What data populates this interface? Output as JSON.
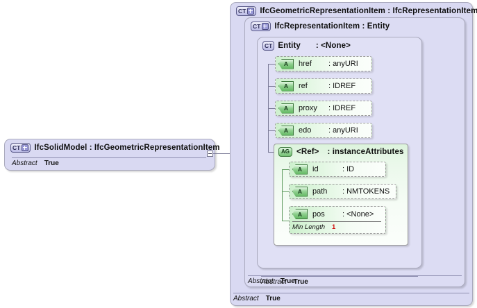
{
  "diagram": {
    "type": "xsd-schema-diagram",
    "colors": {
      "complex_type_fill": "#d9d9f2",
      "attribute_fill": "#e8f7e8",
      "attribute_badge": "#8fd08f",
      "facet_value": "#d01010",
      "border": "#a9a9bd"
    }
  },
  "left_node": {
    "badge": "CT",
    "badge_expander": "plus-icon",
    "title": "IfcSolidModel : IfcGeometricRepresentationItem",
    "footer_key": "Abstract",
    "footer_value": "True",
    "toggle": "minus-icon"
  },
  "outer": {
    "badge": "CT",
    "badge_expander": "plus-icon",
    "title": "IfcGeometricRepresentationItem : IfcRepresentationItem",
    "footer_key": "Abstract",
    "footer_value": "True"
  },
  "middle": {
    "badge": "CT",
    "badge_expander": "plus-icon",
    "title": "IfcRepresentationItem : Entity",
    "footer_key": "Abstract",
    "footer_value": "True"
  },
  "inner": {
    "badge": "CT",
    "title": "Entity",
    "type": ": <None>",
    "footer_key": "Abstract",
    "footer_value": "True"
  },
  "attributes": [
    {
      "badge": "A",
      "name": "href",
      "type": ": anyURI"
    },
    {
      "badge": "A",
      "name": "ref",
      "type": ": IDREF"
    },
    {
      "badge": "A",
      "name": "proxy",
      "type": ": IDREF"
    },
    {
      "badge": "A",
      "name": "edo",
      "type": ": anyURI"
    }
  ],
  "group": {
    "badge": "AG",
    "name": "<Ref>",
    "type": ": instanceAttributes",
    "attributes": [
      {
        "badge": "A",
        "name": "id",
        "type": ": ID"
      },
      {
        "badge": "A",
        "name": "path",
        "type": ": NMTOKENS"
      },
      {
        "badge": "A",
        "name": "pos",
        "type": ": <None>",
        "facet_key": "Min Length",
        "facet_value": "1"
      }
    ]
  }
}
